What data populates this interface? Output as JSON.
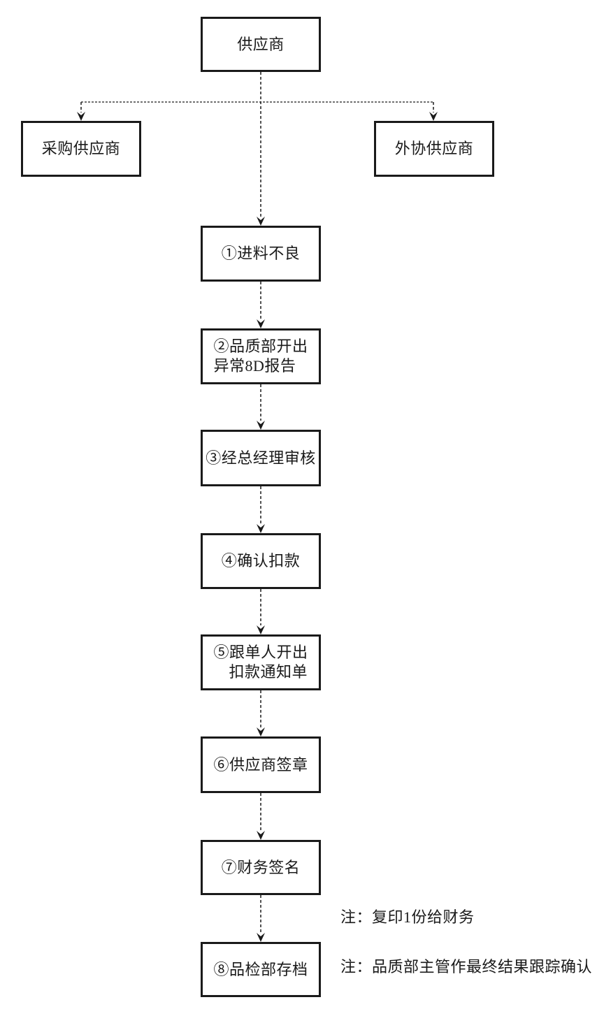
{
  "diagram": {
    "type": "flowchart",
    "language": "zh-CN",
    "colors": {
      "background": "#ffffff",
      "box_border": "#1a1a1a",
      "line": "#1a1a1a",
      "text": "#1a1a1a"
    },
    "nodes": {
      "supplier": {
        "label": "供应商"
      },
      "purchase": {
        "label": "采购供应商"
      },
      "outsource": {
        "label": "外协供应商"
      },
      "step1": {
        "label": "①进料不良"
      },
      "step2": {
        "line1": "②品质部开出",
        "line2": "异常8D报告"
      },
      "step3": {
        "label": "③经总经理审核"
      },
      "step4": {
        "label": "④确认扣款"
      },
      "step5": {
        "line1": "⑤跟单人开出",
        "line2": "扣款通知单"
      },
      "step6": {
        "label": "⑥供应商签章"
      },
      "step7": {
        "label": "⑦财务签名"
      },
      "step8": {
        "label": "⑧品检部存档"
      }
    },
    "edges": [
      {
        "from": "supplier",
        "to": "purchase",
        "style": "dashed-arrow"
      },
      {
        "from": "supplier",
        "to": "outsource",
        "style": "dashed-arrow"
      },
      {
        "from": "supplier",
        "to": "step1",
        "style": "dashed-arrow"
      },
      {
        "from": "step1",
        "to": "step2",
        "style": "dashed-arrow"
      },
      {
        "from": "step2",
        "to": "step3",
        "style": "dashed-arrow"
      },
      {
        "from": "step3",
        "to": "step4",
        "style": "dashed-arrow"
      },
      {
        "from": "step4",
        "to": "step5",
        "style": "dashed-arrow"
      },
      {
        "from": "step5",
        "to": "step6",
        "style": "dashed-arrow"
      },
      {
        "from": "step6",
        "to": "step7",
        "style": "dashed-arrow"
      },
      {
        "from": "step7",
        "to": "step8",
        "style": "dashed-arrow"
      }
    ],
    "notes": {
      "note1": "注：复印1份给财务",
      "note2": "注：品质部主管作最终结果跟踪确认"
    }
  }
}
